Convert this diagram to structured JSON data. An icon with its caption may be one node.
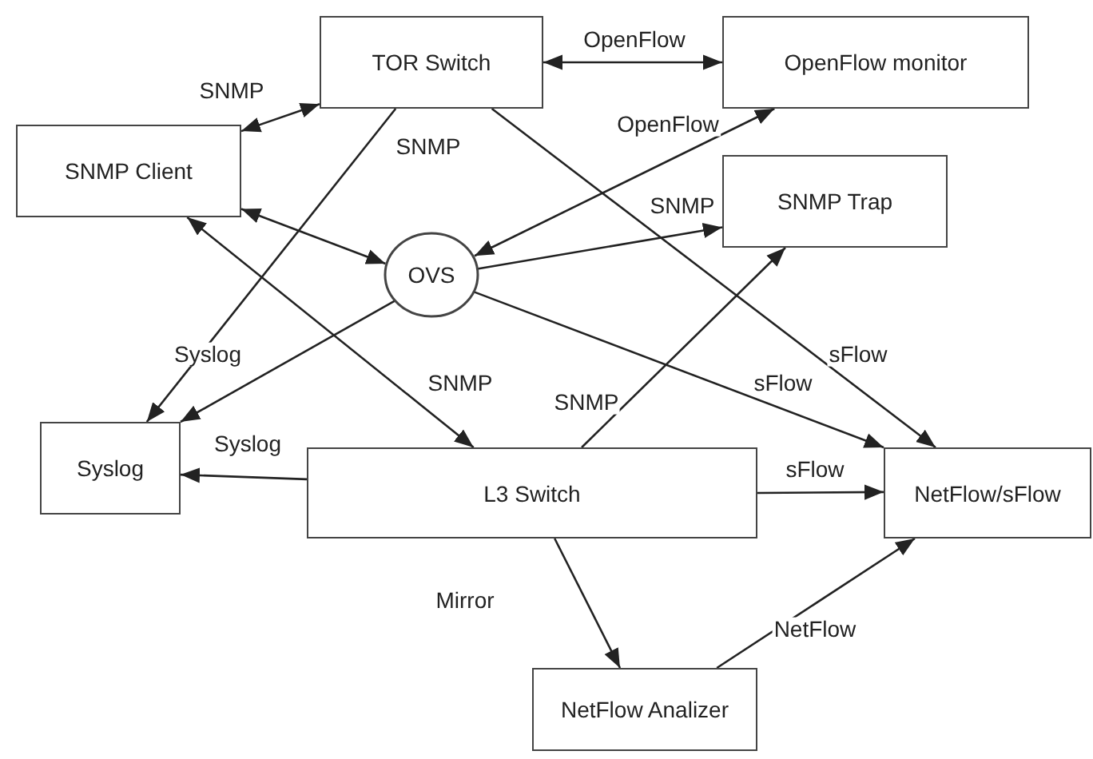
{
  "diagram": {
    "nodes": [
      {
        "text": [
          "TOR Switch"
        ]
      },
      {
        "text": [
          "OpenFlow monitor"
        ]
      },
      {
        "text": [
          "SNMP Client"
        ]
      },
      {
        "text": [
          "SNMP Trap"
        ]
      },
      {
        "text": [
          "OVS"
        ]
      },
      {
        "text": [
          "Syslog"
        ]
      },
      {
        "text": [
          "L3 Switch"
        ]
      },
      {
        "text": [
          "NetFlow/sFlow"
        ]
      },
      {
        "text": [
          "NetFlow Analizer"
        ]
      }
    ],
    "edges": [
      {
        "from": 2,
        "to": 0,
        "arrow": "both",
        "label": "SNMP"
      },
      {
        "from": 0,
        "to": 1,
        "arrow": "both",
        "label": "OpenFlow"
      },
      {
        "from": 4,
        "to": 1,
        "arrow": "both",
        "label": "OpenFlow"
      },
      {
        "from": 2,
        "to": 4,
        "arrow": "both"
      },
      {
        "from": 4,
        "to": 3,
        "arrow": "to",
        "label": "SNMP"
      },
      {
        "from": 4,
        "to": 7,
        "arrow": "to",
        "label": "sFlow"
      },
      {
        "from": 4,
        "to": 5,
        "arrow": "to",
        "label": "Syslog"
      },
      {
        "from": 0,
        "to": 5,
        "arrow": "to",
        "label": "SNMP"
      },
      {
        "from": 0,
        "to": 7,
        "arrow": "to",
        "label": "sFlow"
      },
      {
        "from": 2,
        "to": 6,
        "arrow": "both",
        "label": "SNMP"
      },
      {
        "from": 6,
        "to": 5,
        "arrow": "to",
        "label": "Syslog"
      },
      {
        "from": 6,
        "to": 3,
        "arrow": "to",
        "label": "SNMP"
      },
      {
        "from": 6,
        "to": 7,
        "arrow": "to",
        "label": "sFlow"
      },
      {
        "from": 6,
        "to": 8,
        "arrow": "to",
        "label": "Mirror"
      },
      {
        "from": 8,
        "to": 7,
        "arrow": "to",
        "label": "NetFlow"
      }
    ]
  }
}
